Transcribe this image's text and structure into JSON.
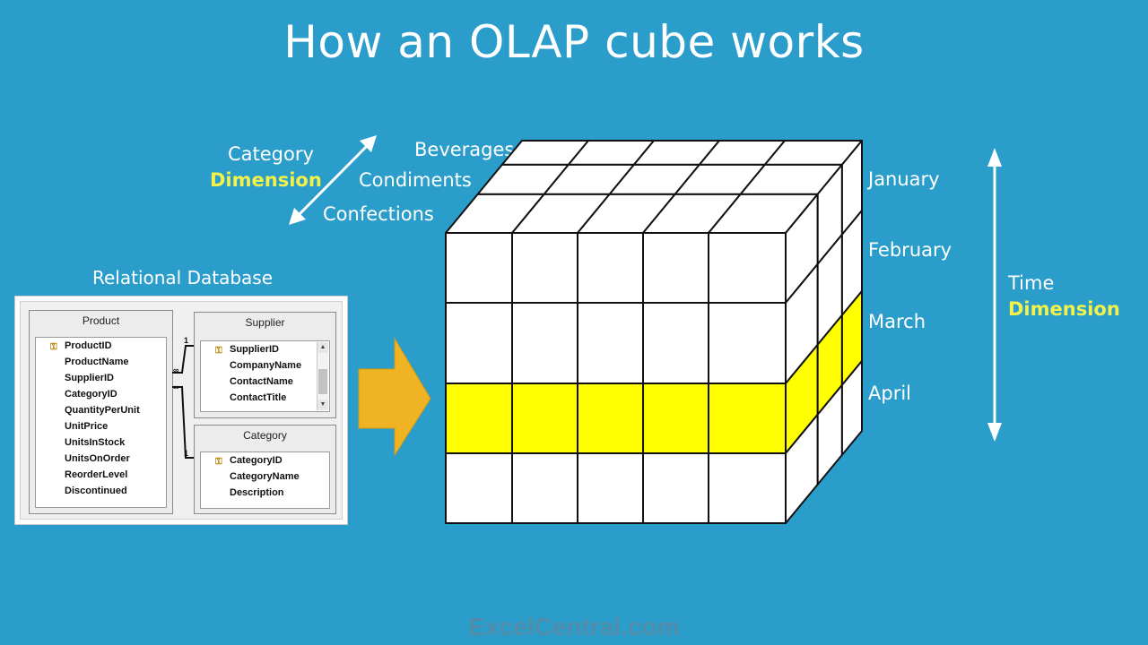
{
  "title": "How an OLAP cube works",
  "category_axis": {
    "label": "Category",
    "label_emphasis": "Dimension",
    "members": [
      "Beverages",
      "Condiments",
      "Confections"
    ]
  },
  "time_axis": {
    "label": "Time",
    "label_emphasis": "Dimension",
    "members": [
      "January",
      "February",
      "March",
      "April"
    ]
  },
  "highlighted_time_member": "March",
  "relational_database": {
    "label": "Relational Database",
    "tables": {
      "product": {
        "title": "Product",
        "fields": [
          "ProductID",
          "ProductName",
          "SupplierID",
          "CategoryID",
          "QuantityPerUnit",
          "UnitPrice",
          "UnitsInStock",
          "UnitsOnOrder",
          "ReorderLevel",
          "Discontinued"
        ]
      },
      "supplier": {
        "title": "Supplier",
        "fields": [
          "SupplierID",
          "CompanyName",
          "ContactName",
          "ContactTitle"
        ]
      },
      "category": {
        "title": "Category",
        "fields": [
          "CategoryID",
          "CategoryName",
          "Description"
        ]
      }
    },
    "relationship_labels": {
      "one": "1",
      "many": "∞"
    }
  },
  "watermark": "ExcelCentral.com",
  "colors": {
    "background": "#2a9dcb",
    "highlight": "#ffff00",
    "emphasis_text": "#f2f24a",
    "arrow": "#f0b323"
  }
}
